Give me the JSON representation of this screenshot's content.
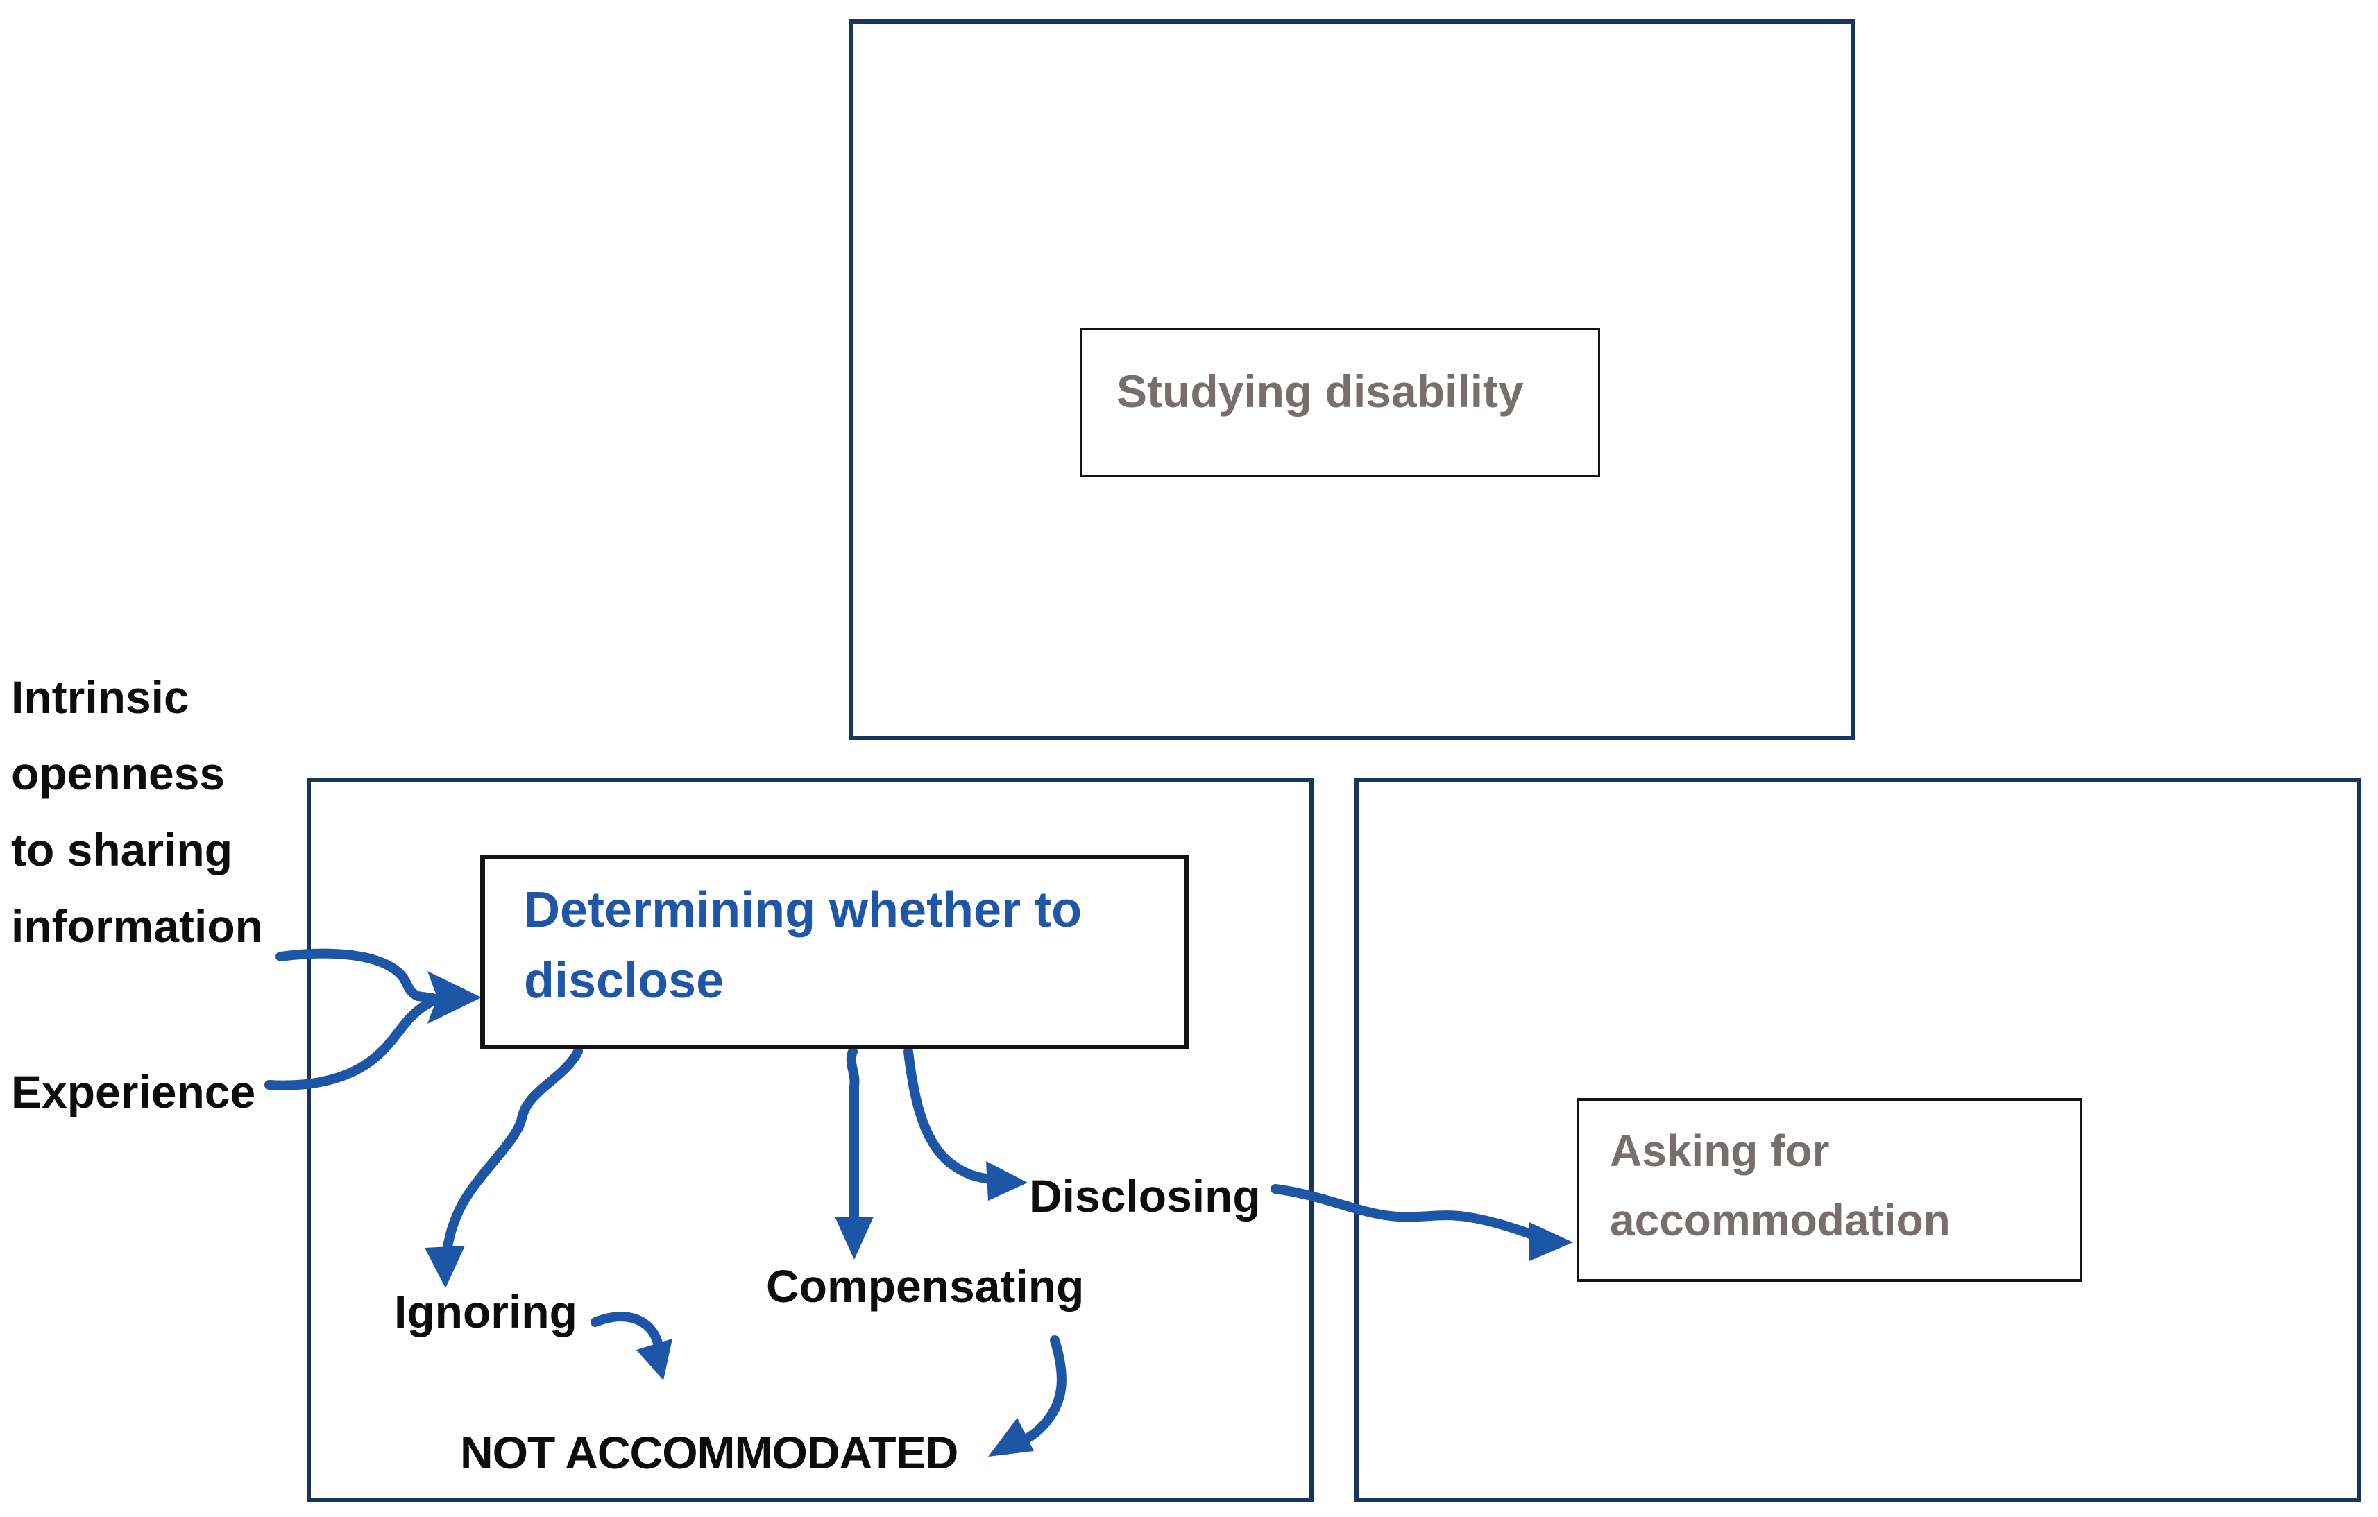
{
  "diagram": {
    "title_hint": "Disability disclosure decision diagram",
    "colors": {
      "frame_navy": "#17365d",
      "arrow_blue": "#1d56a6",
      "blue_text": "#1f56a8",
      "gray_text": "#776e6e",
      "black_text": "#0d0d0d",
      "background": "#ffffff"
    },
    "phases": {
      "studying": {
        "label": "Studying disability"
      },
      "determining": {
        "label": "Determining whether to\ndisclose"
      },
      "asking": {
        "label": "Asking for\naccommodation"
      }
    },
    "inputs": {
      "intrinsic": {
        "label": "Intrinsic\nopenness\nto sharing\ninformation"
      },
      "experience": {
        "label": "Experience"
      }
    },
    "strategies": {
      "ignoring": {
        "label": "Ignoring"
      },
      "compensating": {
        "label": "Compensating"
      },
      "disclosing": {
        "label": "Disclosing"
      }
    },
    "outcome": {
      "not_accommodated": "NOT ACCOMMODATED"
    },
    "connections": [
      {
        "from": "Intrinsic openness to sharing information",
        "to": "Determining whether to disclose"
      },
      {
        "from": "Experience",
        "to": "Determining whether to disclose"
      },
      {
        "from": "Determining whether to disclose",
        "to": "Ignoring"
      },
      {
        "from": "Determining whether to disclose",
        "to": "Compensating"
      },
      {
        "from": "Determining whether to disclose",
        "to": "Disclosing"
      },
      {
        "from": "Ignoring",
        "to": "NOT ACCOMMODATED"
      },
      {
        "from": "Compensating",
        "to": "NOT ACCOMMODATED"
      },
      {
        "from": "Disclosing",
        "to": "Asking for accommodation"
      }
    ]
  }
}
